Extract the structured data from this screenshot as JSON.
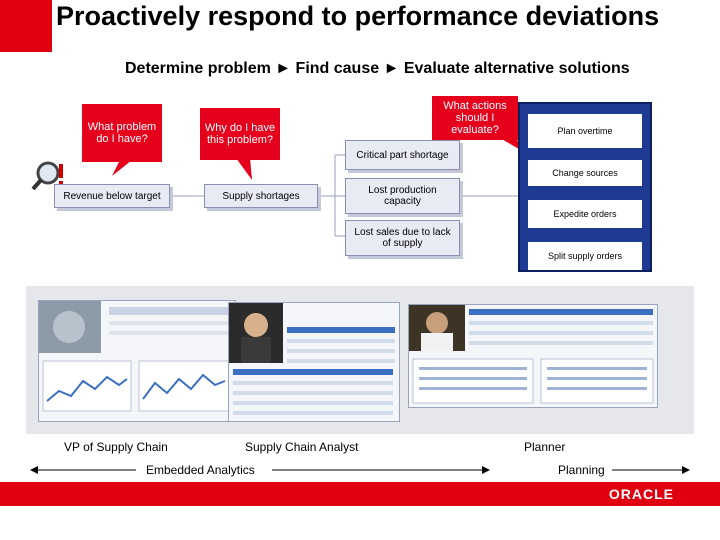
{
  "header": {
    "title": "Proactively respond to performance deviations",
    "subtitle": "Determine problem ► Find cause ► Evaluate alternative solutions"
  },
  "callouts": {
    "what_problem": "What problem do I have?",
    "why_problem": "Why do I have this problem?",
    "what_actions": "What actions should I evaluate?"
  },
  "boxes": {
    "revenue": "Revenue below target",
    "supply_shortages": "Supply shortages",
    "critical_part": "Critical part shortage",
    "lost_production": "Lost production capacity",
    "lost_sales": "Lost sales due to lack of supply"
  },
  "options": [
    "Plan overtime",
    "Change sources",
    "Expedite orders",
    "Split supply orders"
  ],
  "roles": {
    "vp": "VP of Supply Chain",
    "analyst": "Supply Chain Analyst",
    "planner": "Planner"
  },
  "bottom": {
    "embedded": "Embedded Analytics",
    "planning": "Planning"
  },
  "footer": {
    "logo": "ORACLE"
  },
  "colors": {
    "accent_red": "#e0000f",
    "panel_blue": "#1f3a93"
  }
}
